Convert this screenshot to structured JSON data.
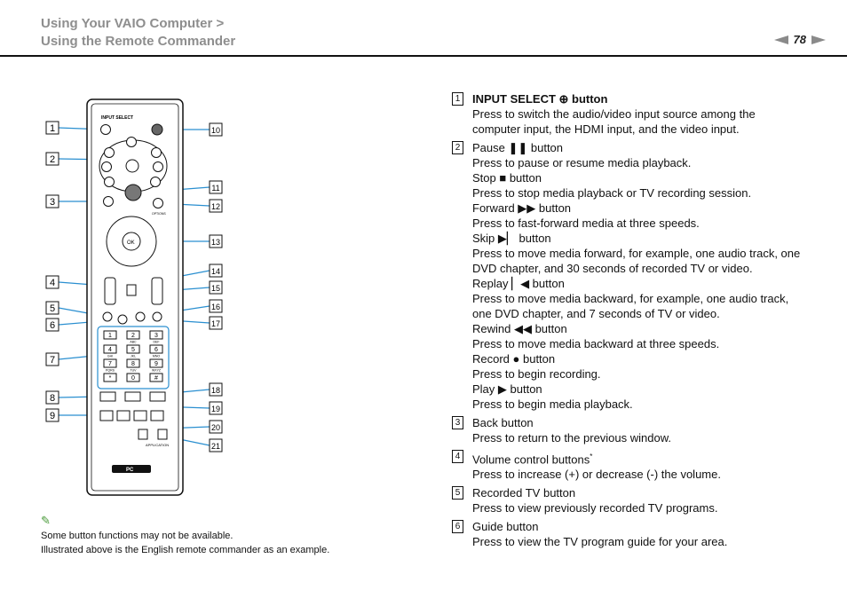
{
  "header": {
    "title_line1": "Using Your VAIO Computer >",
    "title_line2": "Using the Remote Commander",
    "page_number": "78"
  },
  "remote": {
    "callouts": [
      "1",
      "2",
      "3",
      "4",
      "5",
      "6",
      "7",
      "8",
      "9",
      "10",
      "11",
      "12",
      "13",
      "14",
      "15",
      "16",
      "17",
      "18",
      "19",
      "20",
      "21"
    ],
    "key_digits": [
      "1",
      "2",
      "3",
      "4",
      "5",
      "6",
      "7",
      "8",
      "9",
      "*",
      "0",
      "#"
    ],
    "key_letters": [
      "",
      "ABC",
      "DEF",
      "GHI",
      "JKL",
      "MNO",
      "PQRS",
      "TUV",
      "WXYZ",
      "",
      "",
      ""
    ],
    "top_label": "INPUT SELECT",
    "ok_label": "OK",
    "options_label": "OPTIONS",
    "apps_label": "APPLICATION",
    "brand": "PC"
  },
  "note": {
    "icon": "pencil-note-icon",
    "line1": "Some button functions may not be available.",
    "line2": "Illustrated above is the English remote commander as an example."
  },
  "items": [
    {
      "num": "1",
      "lines": [
        {
          "text": "INPUT SELECT  ⊕  button",
          "bold": true
        },
        {
          "text": "Press to switch the audio/video input source among the"
        },
        {
          "text": "computer input, the HDMI input, and the video input."
        }
      ]
    },
    {
      "num": "2",
      "lines": [
        {
          "text": "Pause ❚❚ button"
        },
        {
          "text": "Press to pause or resume media playback."
        },
        {
          "text": "Stop ■ button"
        },
        {
          "text": "Press to stop media playback or TV recording session."
        },
        {
          "text": "Forward ▶▶ button"
        },
        {
          "text": "Press to fast-forward media at three speeds."
        },
        {
          "text": "Skip ▶▏ button"
        },
        {
          "text": "Press to move media forward, for example, one audio track, one"
        },
        {
          "text": "DVD chapter, and 30 seconds of recorded TV or video."
        },
        {
          "text": "Replay ▏◀ button"
        },
        {
          "text": "Press to move media backward, for example, one audio track,"
        },
        {
          "text": "one DVD chapter, and 7 seconds of TV or video."
        },
        {
          "text": "Rewind ◀◀ button"
        },
        {
          "text": "Press to move media backward at three speeds."
        },
        {
          "text": "Record ● button"
        },
        {
          "text": "Press to begin recording."
        },
        {
          "text": "Play ▶ button"
        },
        {
          "text": "Press to begin media playback."
        }
      ]
    },
    {
      "num": "3",
      "lines": [
        {
          "text": "Back button"
        },
        {
          "text": "Press to return to the previous window."
        }
      ]
    },
    {
      "num": "4",
      "lines": [
        {
          "text": "Volume control buttons",
          "sup": "*"
        },
        {
          "text": "Press to increase (+) or decrease (-) the volume."
        }
      ]
    },
    {
      "num": "5",
      "lines": [
        {
          "text": "Recorded TV button"
        },
        {
          "text": "Press to view previously recorded TV programs."
        }
      ]
    },
    {
      "num": "6",
      "lines": [
        {
          "text": "Guide button"
        },
        {
          "text": "Press to view the TV program guide for your area."
        }
      ]
    }
  ]
}
